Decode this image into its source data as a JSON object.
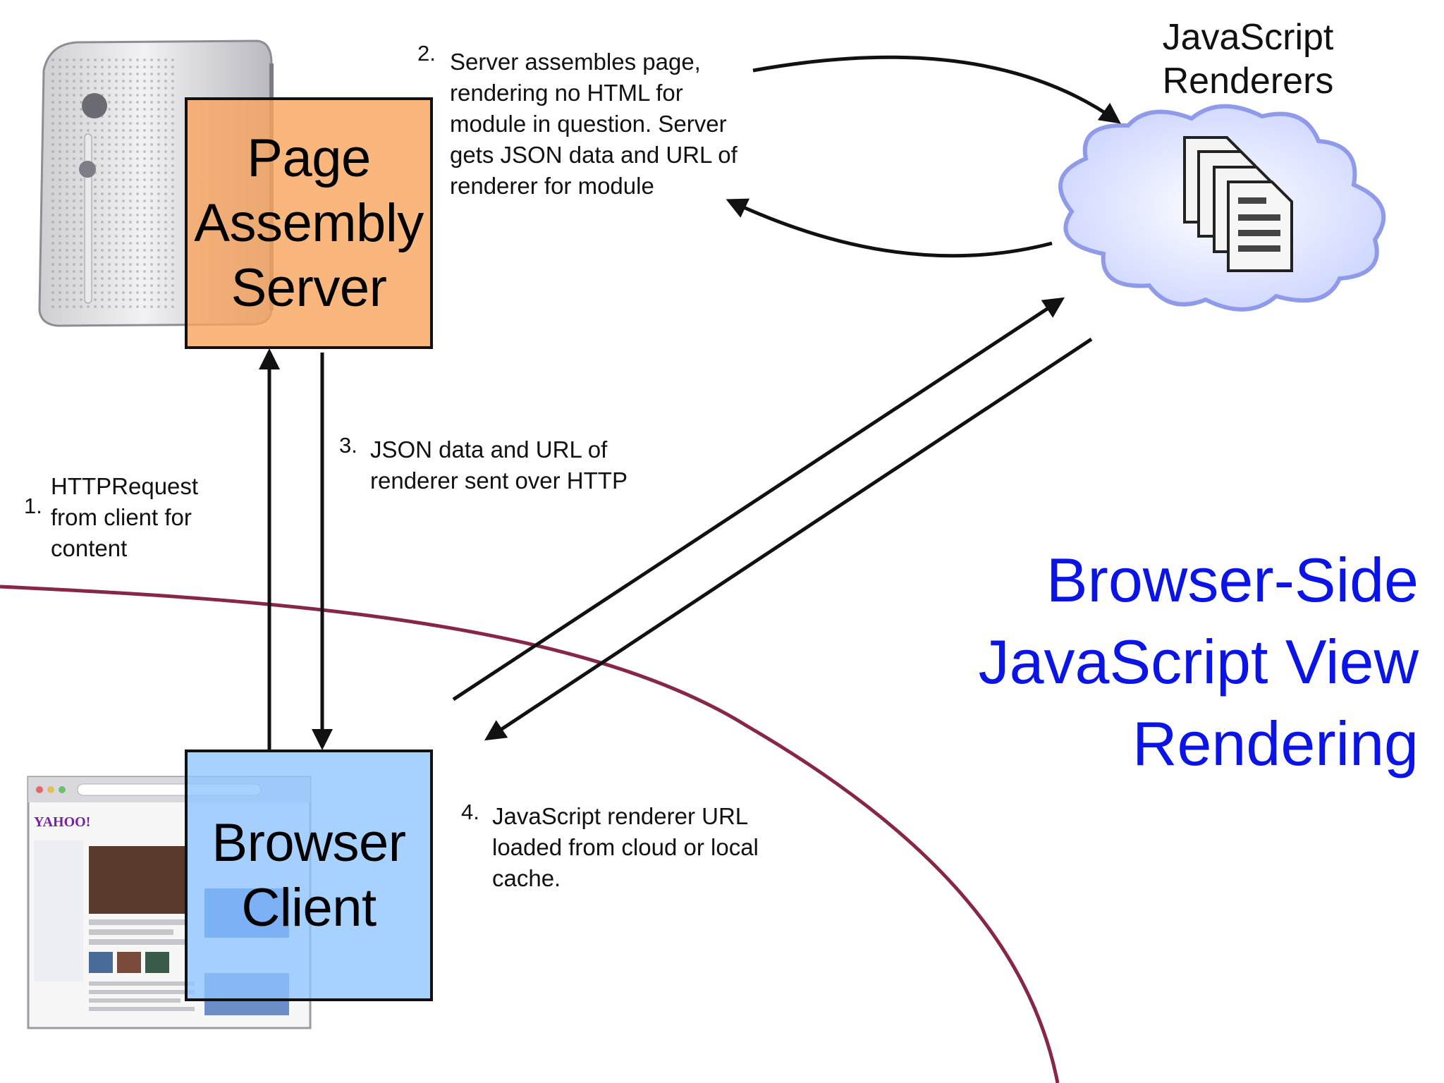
{
  "slide_title": [
    "Browser-Side",
    "JavaScript View",
    "Rendering"
  ],
  "nodes": {
    "server": {
      "lines": [
        "Page",
        "Assembly",
        "Server"
      ],
      "fill": "#f7a45c"
    },
    "client": {
      "lines": [
        "Browser",
        "Client"
      ],
      "fill": "#8ec4ff"
    },
    "renderers": {
      "lines": [
        "JavaScript",
        "Renderers"
      ]
    }
  },
  "steps": [
    {
      "num": "1.",
      "lines": [
        "HTTPRequest",
        "from client for",
        "content"
      ]
    },
    {
      "num": "2.",
      "lines": [
        "Server assembles page,",
        "rendering no HTML for",
        "module in question. Server",
        "gets JSON data and URL of",
        "renderer for module"
      ]
    },
    {
      "num": "3.",
      "lines": [
        "JSON data and URL of",
        "renderer sent over HTTP"
      ]
    },
    {
      "num": "4.",
      "lines": [
        "JavaScript renderer URL",
        "loaded from cloud or local",
        "cache."
      ]
    }
  ],
  "icons": {
    "server_tower": "server-tower-icon",
    "cloud": "cloud-icon",
    "documents": "document-stack-icon",
    "browser": "browser-screenshot-icon"
  },
  "browser_thumbnail": {
    "logo": "YAHOO!"
  },
  "colors": {
    "title": "#0a14e6",
    "boundary_curve": "#7a1030",
    "arrows": "#111111"
  }
}
